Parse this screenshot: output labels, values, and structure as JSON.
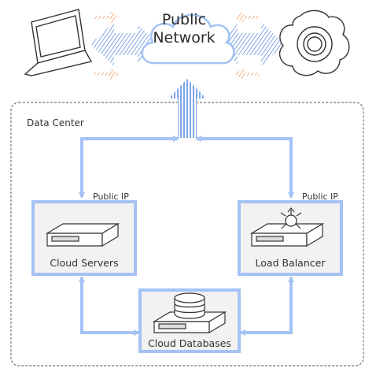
{
  "public_network": {
    "line1": "Public",
    "line2": "Network"
  },
  "data_center": {
    "label": "Data Center"
  },
  "servers": {
    "label": "Cloud Servers",
    "ip_label": "Public IP"
  },
  "load_balancer": {
    "label": "Load Balancer",
    "ip_label": "Public IP"
  },
  "databases": {
    "label": "Cloud Databases"
  },
  "icons": [
    "laptop-icon",
    "gear-icon",
    "server-icon",
    "database-icon",
    "load-balancer-icon"
  ],
  "colors": {
    "link": "#a4c2f4",
    "accent_arrow": "#f4b183",
    "outline": "#555555"
  }
}
